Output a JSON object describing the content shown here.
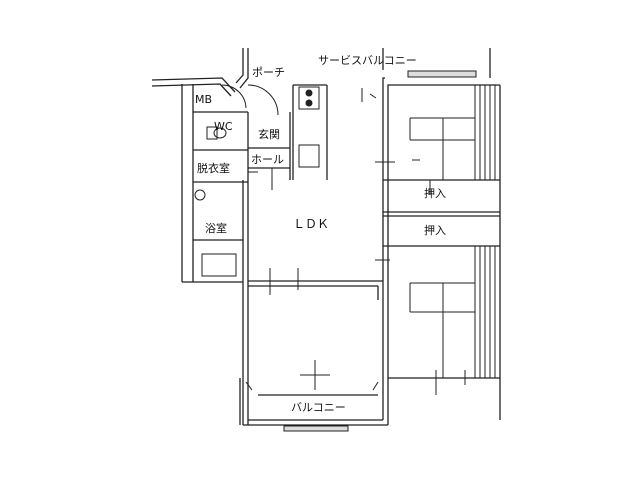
{
  "floor_plan": {
    "labels": {
      "porch": "ポーチ",
      "service_balcony": "サービスバルコニー",
      "meter_box": "MB",
      "wc": "WC",
      "entrance": "玄関",
      "hall": "ホール",
      "dressing_room": "脱衣室",
      "bathroom": "浴室",
      "ldk": "ＬＤＫ",
      "closet_upper": "押入",
      "closet_lower": "押入",
      "balcony": "バルコニー"
    }
  }
}
